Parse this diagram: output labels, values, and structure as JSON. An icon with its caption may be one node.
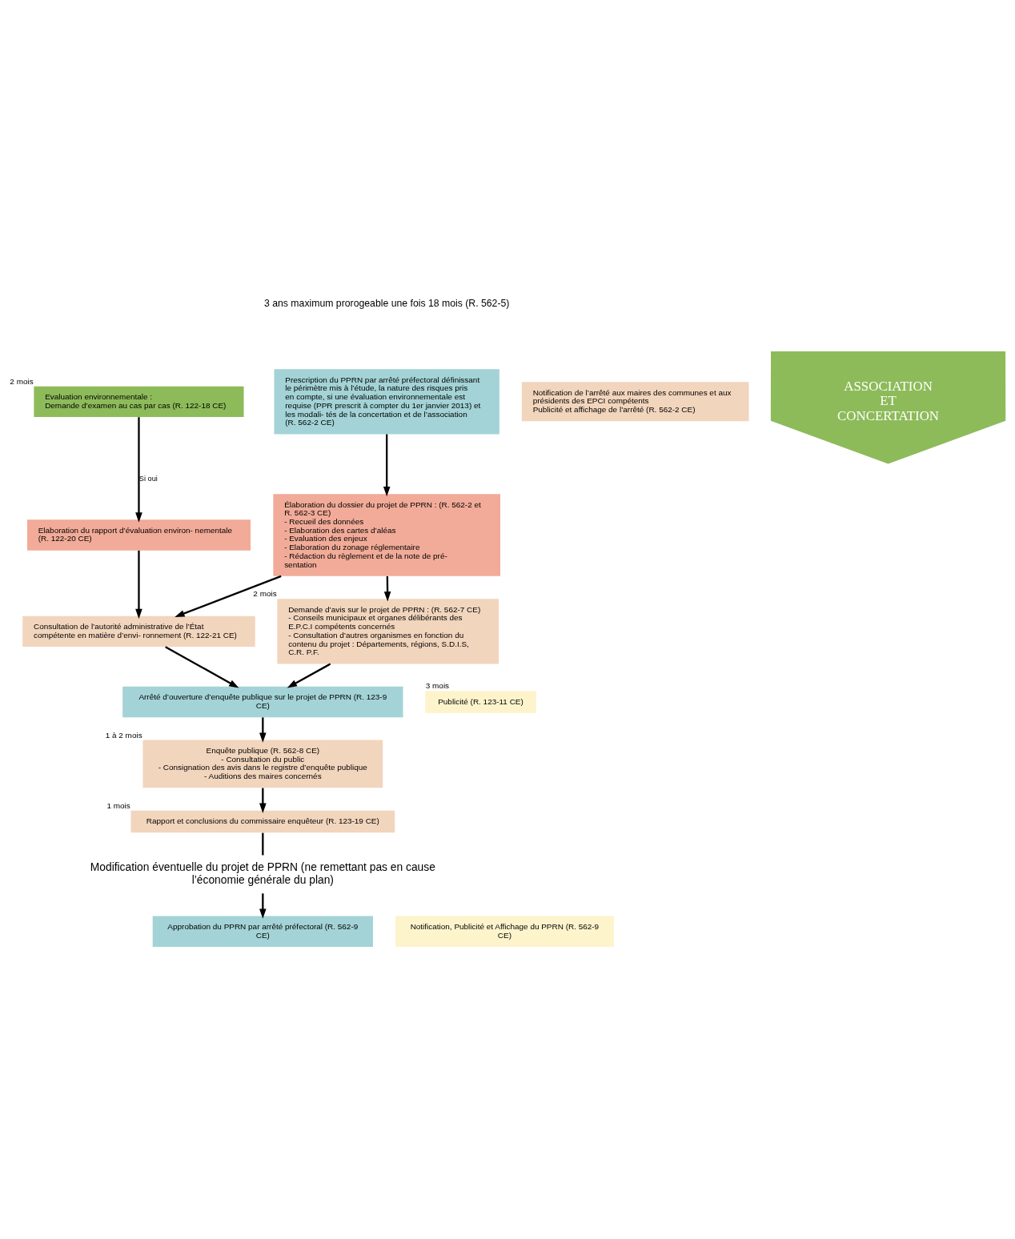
{
  "diagram": {
    "nodes": [
      {
        "text": [
          "Evaluation environnementale :",
          "Demande d’examen au cas par cas (R. 122-18 CE)"
        ],
        "beside": [
          "2 mois"
        ]
      },
      {
        "text": [
          "Prescription du PPRN par arrêté préfectoral définissant le périmètre mis à l’étude, la nature des risques pris en compte, si une évaluation environnementale est requise (PPR prescrit à compter du 1er janvier 2013) et les modali- tés de la concertation et de l’association (R. 562-2 CE)"
        ]
      },
      {
        "text": [
          "Notification de l’arrêté aux maires des communes et aux présidents des EPCI compétents",
          "Publicité et affichage de l’arrêté (R. 562-2 CE)"
        ]
      },
      {
        "text": [
          "Élaboration du dossier du projet de PPRN : (R. 562-2 et R. 562-3 CE)",
          "- Recueil des données",
          "- Elaboration des cartes d’aléas",
          "- Evaluation des enjeux",
          "- Elaboration du zonage réglementaire",
          "- Rédaction du règlement et de la note de pré- sentation"
        ]
      },
      {
        "text": [
          "Elaboration du rapport d’évaluation environ- nementale (R. 122-20 CE)"
        ]
      },
      {
        "text": [
          "Demande d’avis sur le projet de PPRN : (R. 562-7 CE)",
          "- Conseils municipaux et organes délibérants des E.P.C.I compétents concernés",
          "- Consultation d’autres organismes en fonction du contenu du projet : Départements, régions, S.D.I.S, C.R. P.F."
        ],
        "beside": [
          "2 mois"
        ]
      },
      {
        "text": [
          "Consultation de l’autorité administrative de l’État compétente en matière d’envi- ronnement (R. 122-21 CE)"
        ]
      },
      {
        "text": [
          "Arrêté d’ouverture d’enquête publique sur le projet de PPRN (R. 123-9 CE)"
        ]
      },
      {
        "text": [
          "Publicité (R. 123-11 CE)"
        ],
        "beside": [
          "3 mois"
        ]
      },
      {
        "text": [
          "Enquête publique (R. 562-8 CE)",
          "- Consultation du public",
          "- Consignation des avis dans le registre d’enquête publique",
          "- Auditions des maires concernés"
        ],
        "beside": [
          "1 à 2 mois"
        ]
      },
      {
        "text": [
          "Rapport et conclusions du commissaire enquêteur (R. 123-19 CE)"
        ],
        "beside": [
          "1 mois"
        ]
      },
      {
        "text": [
          "Modification éventuelle du projet de PPRN (ne remettant pas en cause l’économie générale du plan)"
        ]
      },
      {
        "text": [
          "Approbation du PPRN par arrêté préfectoral (R. 562-9 CE)"
        ]
      },
      {
        "text": [
          "Notification, Publicité et Affichage du PPRN (R. 562-9 CE)"
        ]
      },
      {
        "text": [
          "ASSOCIATION ET CONCERTATION"
        ]
      }
    ],
    "edges": [
      {
        "from": 0,
        "to": 4,
        "arrow": "to",
        "label": "Si oui"
      },
      {
        "from": 1,
        "to": 3,
        "arrow": "to"
      },
      {
        "from": 3,
        "to": 5,
        "arrow": "to"
      },
      {
        "from": 3,
        "to": 6,
        "arrow": "to"
      },
      {
        "from": 4,
        "to": 6,
        "arrow": "to"
      },
      {
        "from": 5,
        "to": 7,
        "arrow": "to"
      },
      {
        "from": 6,
        "to": 7,
        "arrow": "to"
      },
      {
        "from": 7,
        "to": 9,
        "arrow": "to"
      },
      {
        "from": 9,
        "to": 10,
        "arrow": "to"
      },
      {
        "from": 10,
        "to": 11,
        "arrow": "none"
      },
      {
        "from": 11,
        "to": 12,
        "arrow": "to"
      }
    ],
    "labels": [
      "3 ans maximum prorogeable une fois 18 mois (R. 562-5)"
    ]
  }
}
